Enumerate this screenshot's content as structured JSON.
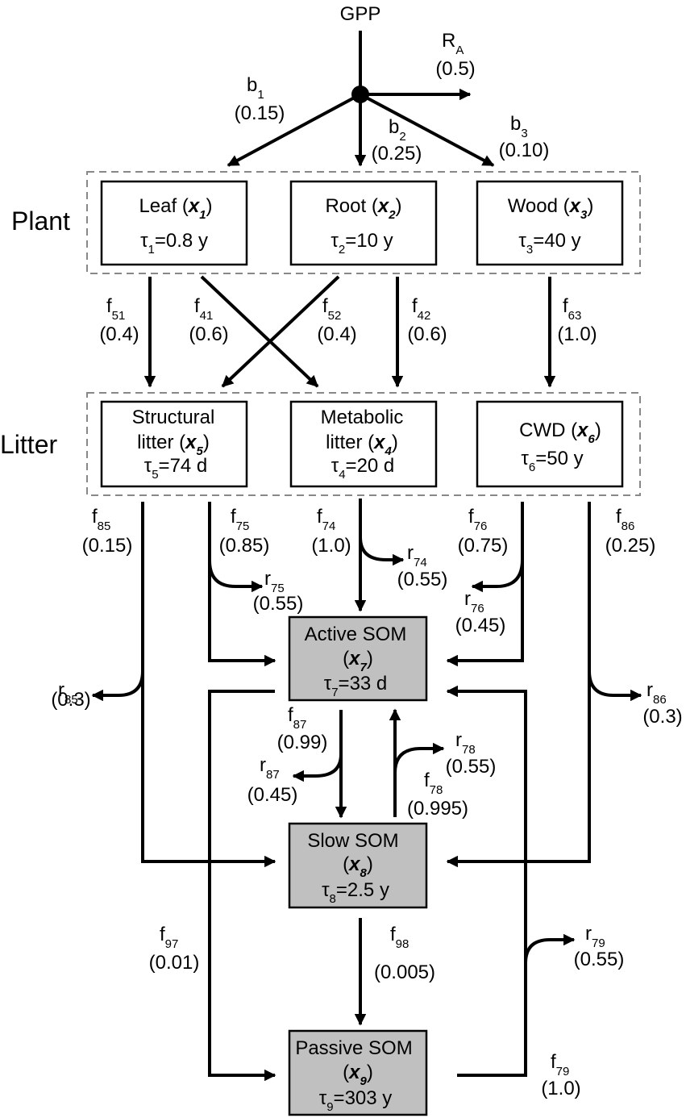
{
  "input": {
    "label": "GPP"
  },
  "autotrophic": {
    "name": "R",
    "sub": "A",
    "value": "(0.5)"
  },
  "allocation": [
    {
      "name": "b",
      "sub": "1",
      "value": "(0.15)"
    },
    {
      "name": "b",
      "sub": "2",
      "value": "(0.25)"
    },
    {
      "name": "b",
      "sub": "3",
      "value": "(0.10)"
    }
  ],
  "groups": {
    "plant": "Plant",
    "litter": "Litter"
  },
  "pools": [
    {
      "name": "Leaf (",
      "var": "x",
      "sub": "1",
      "close": ")",
      "tau_sub": "1",
      "tau_val": "=0.8 y"
    },
    {
      "name": "Root (",
      "var": "x",
      "sub": "2",
      "close": ")",
      "tau_sub": "2",
      "tau_val": "=10 y"
    },
    {
      "name": "Wood (",
      "var": "x",
      "sub": "3",
      "close": ")",
      "tau_sub": "3",
      "tau_val": "=40 y"
    },
    {
      "line1": "Structural",
      "line2": "litter (",
      "var": "x",
      "sub": "5",
      "close": ")",
      "tau_sub": "5",
      "tau_val": "=74 d"
    },
    {
      "line1": "Metabolic",
      "line2": "litter (",
      "var": "x",
      "sub": "4",
      "close": ")",
      "tau_sub": "4",
      "tau_val": "=20 d"
    },
    {
      "name": "CWD (",
      "var": "x",
      "sub": "6",
      "close": ")",
      "tau_sub": "6",
      "tau_val": "=50 y"
    },
    {
      "name": "Active SOM",
      "open": "(",
      "var": "x",
      "sub": "7",
      "close": ")",
      "tau_sub": "7",
      "tau_val": "=33 d"
    },
    {
      "name": "Slow SOM",
      "open": "(",
      "var": "x",
      "sub": "8",
      "close": ")",
      "tau_sub": "8",
      "tau_val": "=2.5 y"
    },
    {
      "name": "Passive SOM",
      "open": "(",
      "var": "x",
      "sub": "9",
      "close": ")",
      "tau_sub": "9",
      "tau_val": "=303 y"
    }
  ],
  "transfers": [
    {
      "name": "f",
      "sub": "51",
      "value": "(0.4)"
    },
    {
      "name": "f",
      "sub": "41",
      "value": "(0.6)"
    },
    {
      "name": "f",
      "sub": "52",
      "value": "(0.4)"
    },
    {
      "name": "f",
      "sub": "42",
      "value": "(0.6)"
    },
    {
      "name": "f",
      "sub": "63",
      "value": "(1.0)"
    },
    {
      "name": "f",
      "sub": "85",
      "value": "(0.15)"
    },
    {
      "name": "f",
      "sub": "75",
      "value": "(0.85)"
    },
    {
      "name": "f",
      "sub": "74",
      "value": "(1.0)"
    },
    {
      "name": "f",
      "sub": "76",
      "value": "(0.75)"
    },
    {
      "name": "f",
      "sub": "86",
      "value": "(0.25)"
    },
    {
      "name": "f",
      "sub": "87",
      "value": "(0.99)"
    },
    {
      "name": "f",
      "sub": "78",
      "value": "(0.995)"
    },
    {
      "name": "f",
      "sub": "97",
      "value": "(0.01)"
    },
    {
      "name": "f",
      "sub": "98",
      "value": "(0.005)"
    },
    {
      "name": "f",
      "sub": "79",
      "value": "(1.0)"
    }
  ],
  "respiration": [
    {
      "name": "r",
      "sub": "75",
      "value": "(0.55)"
    },
    {
      "name": "r",
      "sub": "74",
      "value": "(0.55)"
    },
    {
      "name": "r",
      "sub": "76",
      "value": "(0.45)"
    },
    {
      "name": "r",
      "sub": "85",
      "value": "(0.3)"
    },
    {
      "name": "r",
      "sub": "86",
      "value": "(0.3)"
    },
    {
      "name": "r",
      "sub": "87",
      "value": "(0.45)"
    },
    {
      "name": "r",
      "sub": "78",
      "value": "(0.55)"
    },
    {
      "name": "r",
      "sub": "79",
      "value": "(0.55)"
    }
  ],
  "symbols": {
    "tau": "τ"
  },
  "colors": {
    "som_fill": "#c0c0c0",
    "group_border": "#888888",
    "line": "#000000"
  }
}
